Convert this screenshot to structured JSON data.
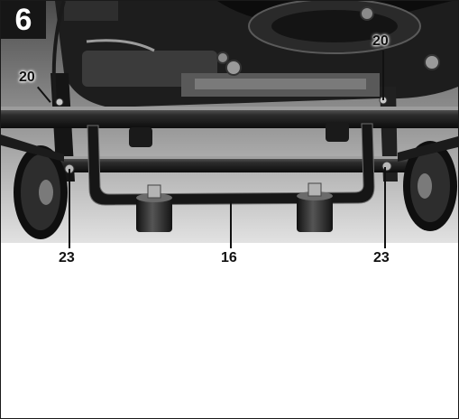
{
  "figure": {
    "number": "6"
  },
  "callouts": {
    "top_left_20": "20",
    "top_right_20": "20",
    "bottom_left_23": "23",
    "bottom_center_16": "16",
    "bottom_right_23": "23"
  },
  "colors": {
    "badge_bg": "#161616",
    "badge_text": "#ffffff",
    "label": "#111111"
  }
}
